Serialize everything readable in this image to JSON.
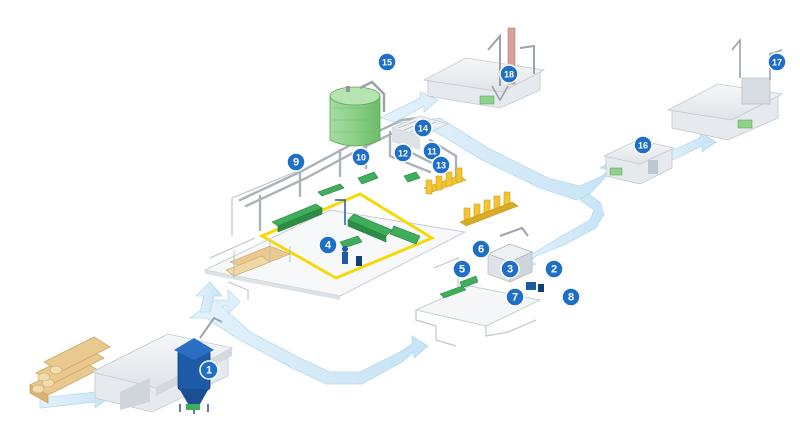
{
  "diagram": {
    "colors": {
      "flow": "#cfe7f6",
      "flow_edge": "#b3d7ef",
      "marker": "#1f6fc7",
      "highlight": "#f5d90a",
      "silo": "#8fd18a",
      "machine_green": "#3fae5a",
      "timber": "#e9c98e",
      "building": "#eef1f4"
    },
    "markers": [
      {
        "id": "1",
        "label": "1"
      },
      {
        "id": "2",
        "label": "2"
      },
      {
        "id": "3",
        "label": "3"
      },
      {
        "id": "4",
        "label": "4"
      },
      {
        "id": "5",
        "label": "5"
      },
      {
        "id": "6",
        "label": "6"
      },
      {
        "id": "7",
        "label": "7"
      },
      {
        "id": "8",
        "label": "8"
      },
      {
        "id": "9",
        "label": "9"
      },
      {
        "id": "10",
        "label": "10"
      },
      {
        "id": "11",
        "label": "11"
      },
      {
        "id": "12",
        "label": "12"
      },
      {
        "id": "13",
        "label": "13"
      },
      {
        "id": "14",
        "label": "14"
      },
      {
        "id": "15",
        "label": "15"
      },
      {
        "id": "16",
        "label": "16"
      },
      {
        "id": "17",
        "label": "17"
      },
      {
        "id": "18",
        "label": "18"
      }
    ]
  }
}
